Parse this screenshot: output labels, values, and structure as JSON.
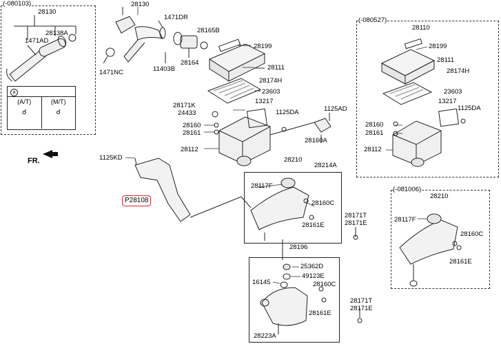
{
  "frames": {
    "left_top": "(-080103)",
    "right_top": "(-080527)",
    "right_bottom": "(-081006)"
  },
  "legend": {
    "circle_a": "a",
    "at": "(A/T)",
    "mt": "(M/T)"
  },
  "fr": "FR.",
  "highlight": "P28108",
  "labels": {
    "l28130a": "28130",
    "l1471ad": "1471AD",
    "l28138a": "28138A",
    "l28130b": "28130",
    "l1471dr": "1471DR",
    "l28165b": "28165B",
    "l1471nc": "1471NC",
    "l11403b": "11403B",
    "l28164": "28164",
    "l28199a": "28199",
    "l28111a": "28111",
    "l28174ha": "28174H",
    "l23603a": "23603",
    "l28171k": "28171K",
    "l24433": "24433",
    "l13217a": "13217",
    "l1125daa": "1125DA",
    "l1125ad": "1125AD",
    "l28160a1": "28160",
    "l28161a": "28161",
    "l28112a": "28112",
    "l28160a": "28160A",
    "l28214a": "28214A",
    "l1125kd": "1125KD",
    "l28210a": "28210",
    "l28117fa": "28117F",
    "l28160ca": "28160C",
    "l28161ea": "28161E",
    "l28171ta": "28171T",
    "l28171ea": "28171E",
    "l28196": "28196",
    "l25362d": "25362D",
    "l49123e": "49123E",
    "l16145": "16145",
    "l28160cb": "28160C",
    "l28161eb": "28161E",
    "l28171tb": "28171T",
    "l28171eb": "28171E",
    "l28223a": "28223A",
    "r28110": "28110",
    "r28199": "28199",
    "r28111": "28111",
    "r28174h": "28174H",
    "r23603": "23603",
    "r13217": "13217",
    "r1125da": "1125DA",
    "r28160": "28160",
    "r28161": "28161",
    "r28112": "28112",
    "rb28210": "28210",
    "rb28117f": "28117F",
    "rb28160c": "28160C",
    "rb28161e": "28161E"
  }
}
